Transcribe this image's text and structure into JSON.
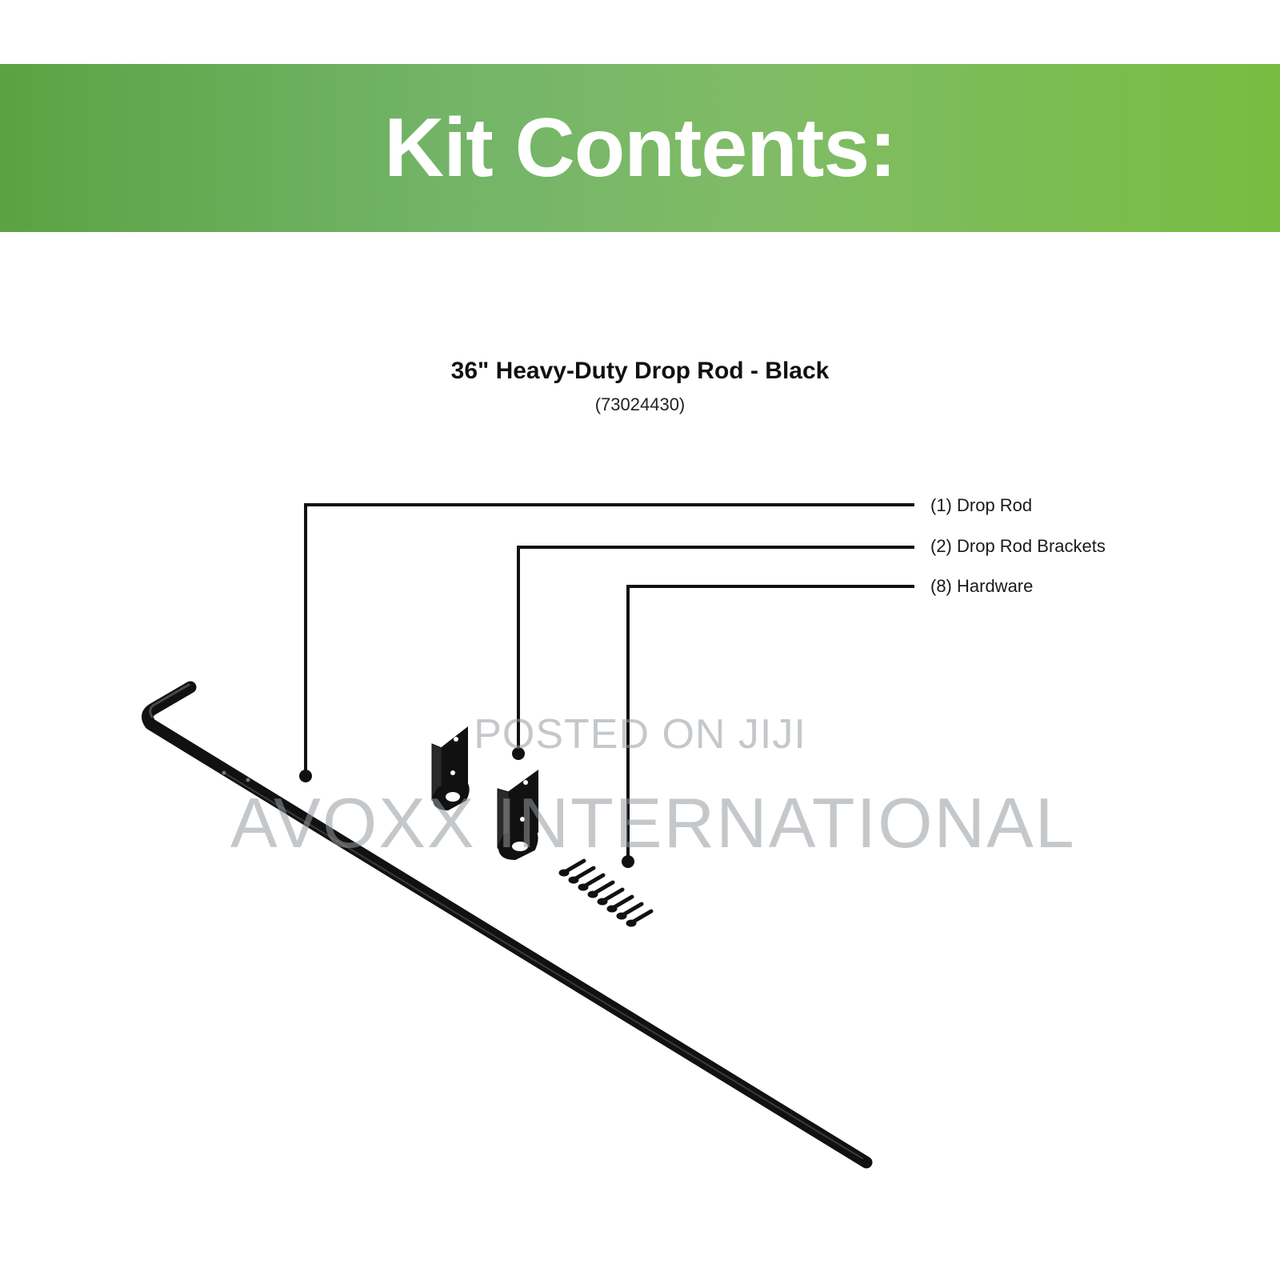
{
  "banner": {
    "title": "Kit Contents:"
  },
  "product": {
    "title": "36\" Heavy-Duty Drop Rod - Black",
    "sku": "(73024430)"
  },
  "callouts": [
    {
      "label": "(1) Drop Rod"
    },
    {
      "label": "(2) Drop Rod Brackets"
    },
    {
      "label": "(8) Hardware"
    }
  ],
  "watermark": {
    "line1": "POSTED ON JIJI",
    "line2": "AVOXX INTERNATIONAL"
  },
  "colors": {
    "banner_start": "#5ba243",
    "banner_end": "#77bd41",
    "parts": "#111111"
  }
}
